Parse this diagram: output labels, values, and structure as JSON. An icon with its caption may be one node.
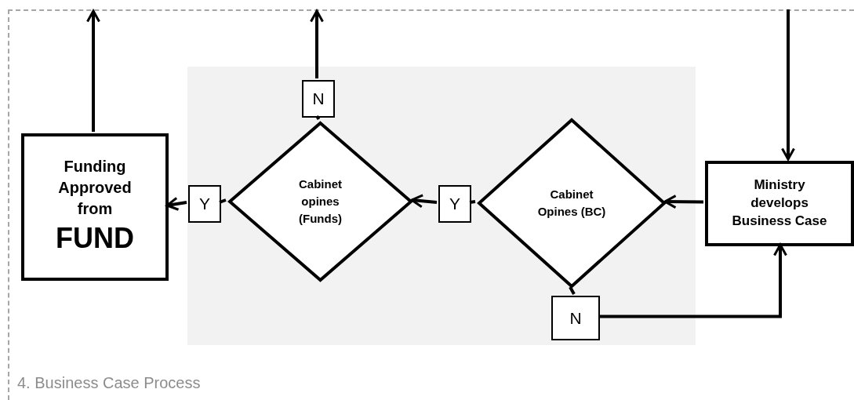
{
  "diagram": {
    "nodes": [
      {
        "text": [
          "4. Business Case Process"
        ]
      },
      {
        "text": [
          "Funding Approved from",
          "FUND"
        ],
        "in": 0
      },
      {
        "text": [],
        "shape": "box",
        "in": 0
      },
      {
        "text": [
          "N"
        ],
        "in": 2
      },
      {
        "text": [
          "Y"
        ],
        "in": 2
      },
      {
        "text": [
          "Cabinet opines (Funds)"
        ],
        "in": 2
      },
      {
        "text": [
          "Y"
        ],
        "in": 2
      },
      {
        "text": [
          "Cabinet Opines (BC)"
        ],
        "in": 2
      },
      {
        "text": [
          "N"
        ],
        "in": 2
      },
      {
        "text": [
          "Ministry develops Business Case"
        ],
        "in": 0
      }
    ],
    "edges": [
      {
        "from": 1,
        "to": null,
        "arrow": "to"
      },
      {
        "from": 3,
        "to": null,
        "arrow": "to"
      },
      {
        "from": null,
        "to": 9,
        "arrow": "to"
      },
      {
        "from": 9,
        "to": 7,
        "arrow": "to"
      },
      {
        "from": 7,
        "to": 6,
        "arrow": "none"
      },
      {
        "from": 6,
        "to": 5,
        "arrow": "to"
      },
      {
        "from": 5,
        "to": 4,
        "arrow": "none"
      },
      {
        "from": 4,
        "to": 1,
        "arrow": "to"
      },
      {
        "from": 5,
        "to": 3,
        "arrow": "none"
      },
      {
        "from": 7,
        "to": 8,
        "arrow": "none"
      },
      {
        "from": 8,
        "to": 9,
        "arrow": "to"
      }
    ]
  }
}
